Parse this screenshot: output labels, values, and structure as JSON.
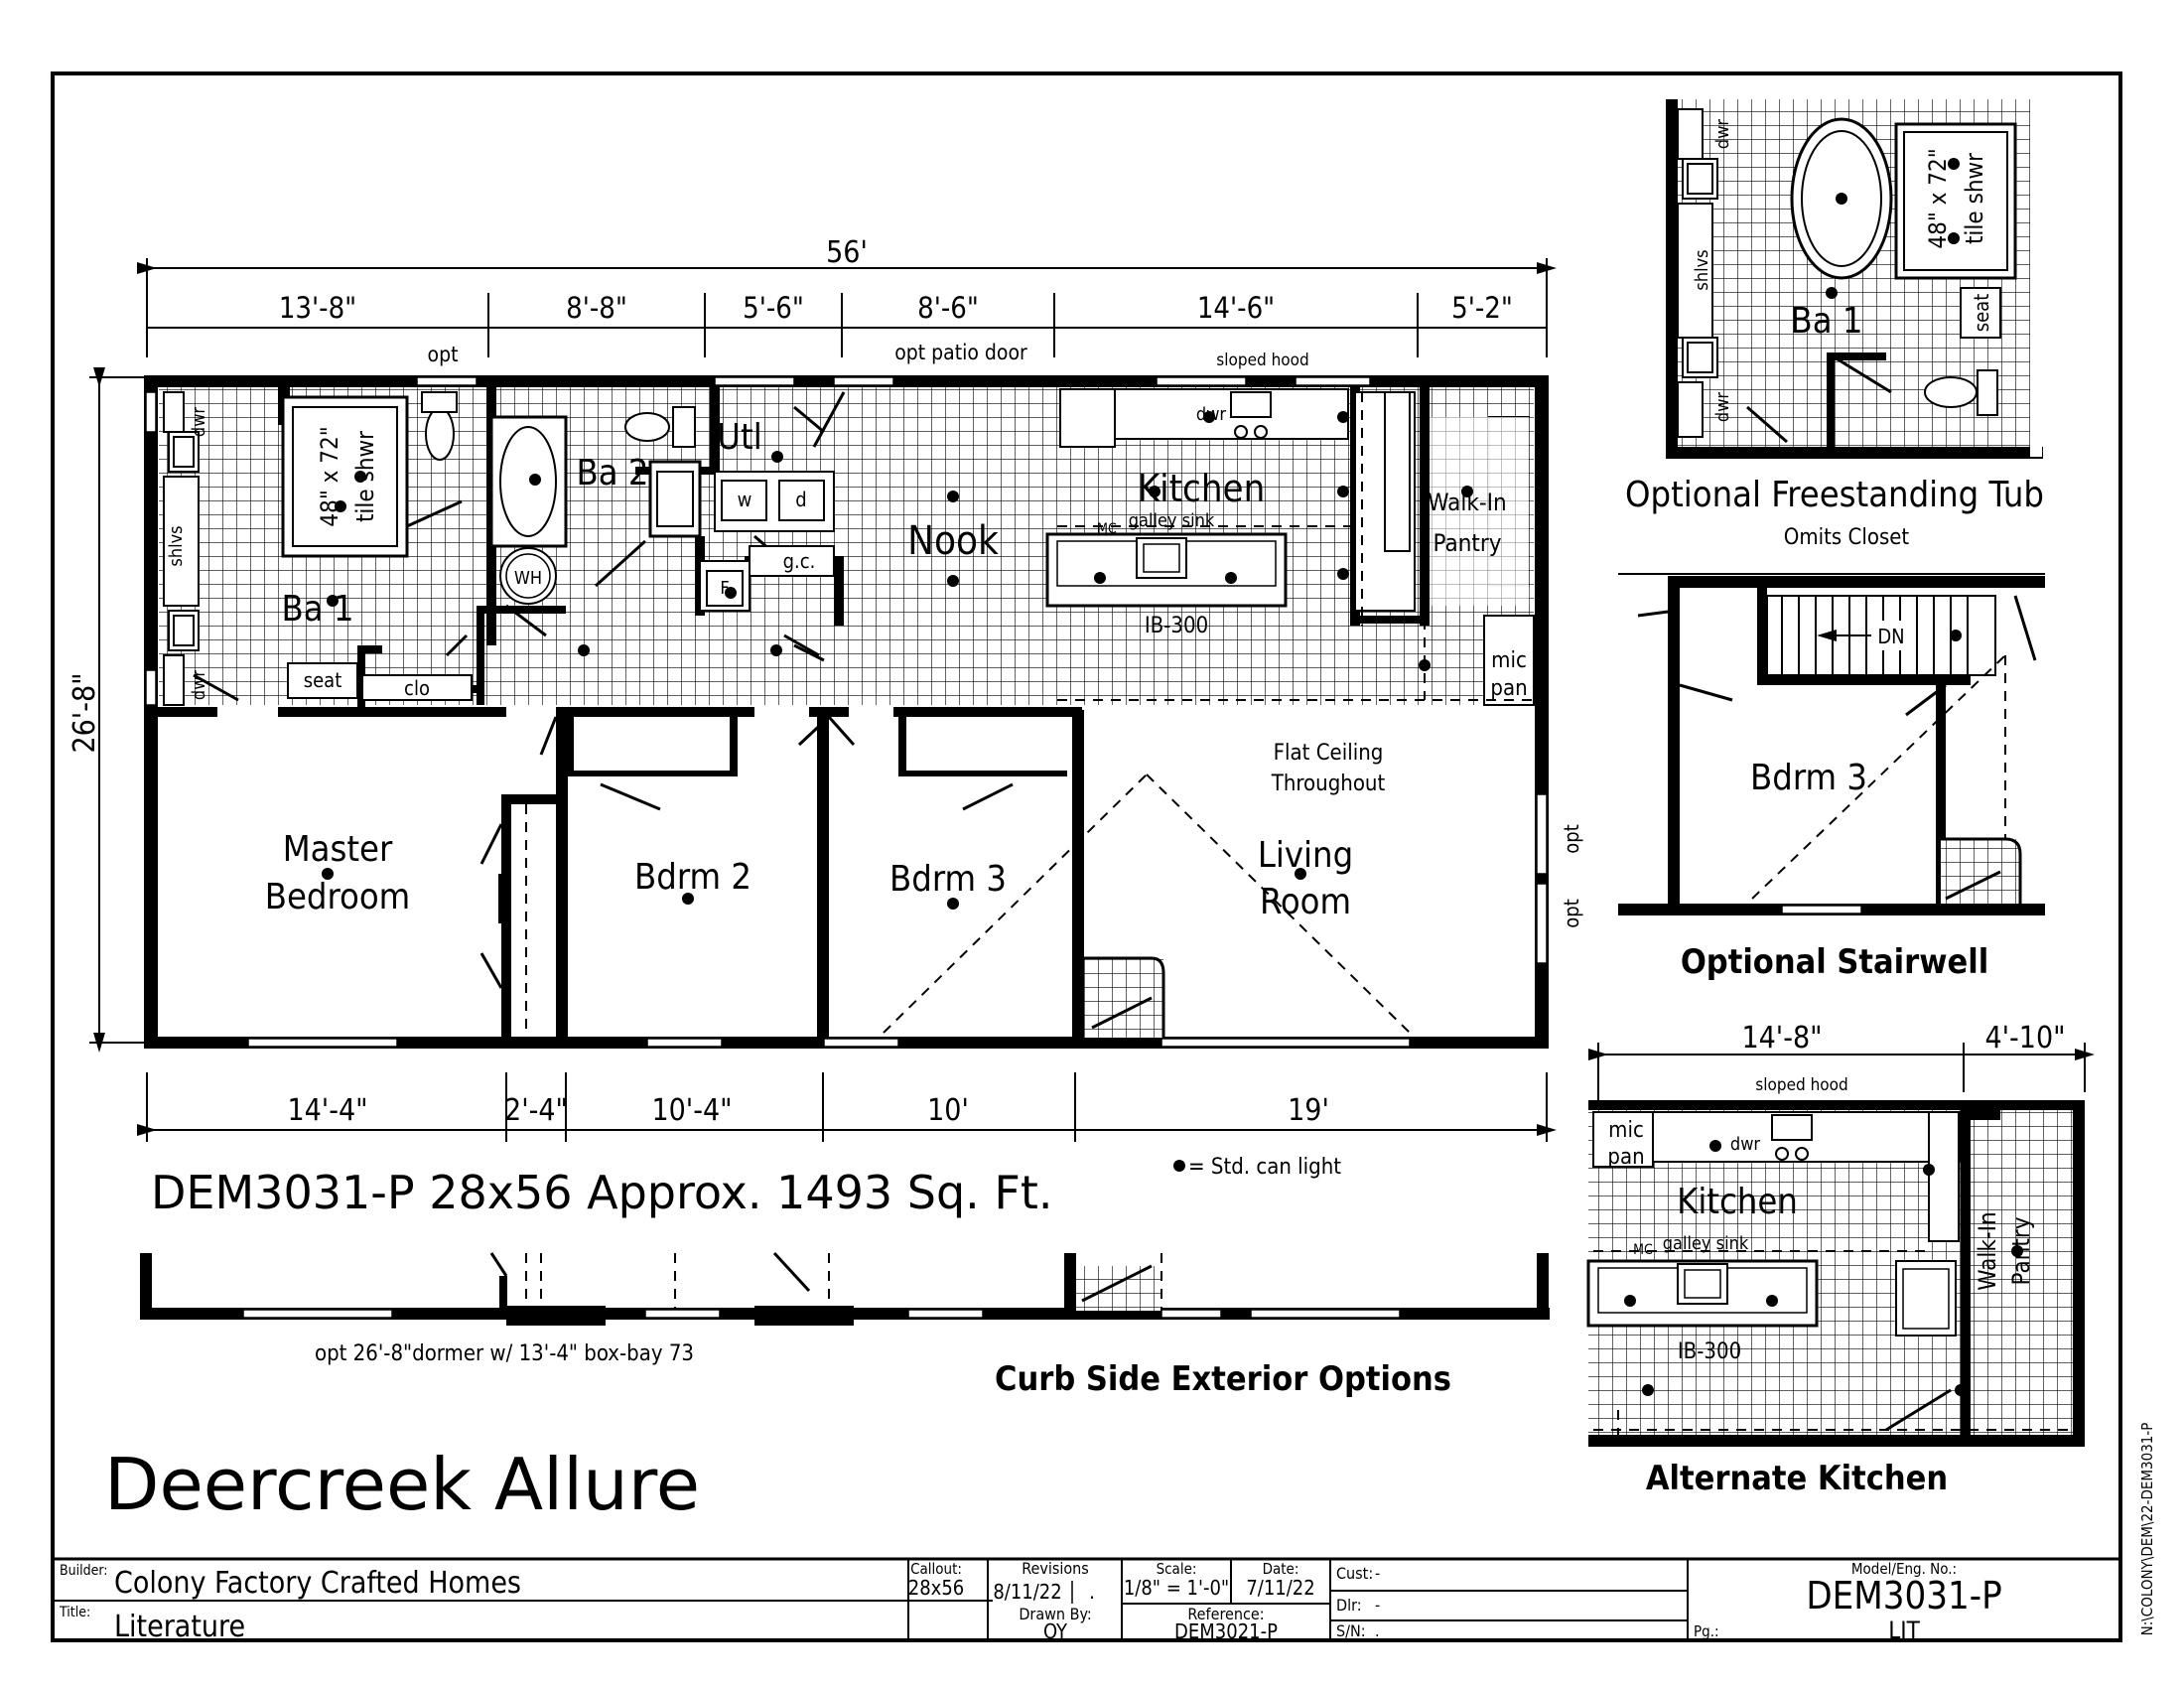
{
  "dimensions": {
    "overall_width": "56'",
    "overall_depth": "26'-8\"",
    "top_segments": [
      "13'-8\"",
      "8'-8\"",
      "5'-6\"",
      "8'-6\"",
      "14'-6\"",
      "5'-2\""
    ],
    "bottom_segments": [
      "14'-4\"",
      "2'-4\"",
      "10'-4\"",
      "10'",
      "19'"
    ],
    "alt_kitchen_segments": [
      "14'-8\"",
      "4'-10\""
    ]
  },
  "rooms": {
    "ba1": "Ba 1",
    "ba2": "Ba 2",
    "utl": "Utl",
    "nook": "Nook",
    "kitchen": "Kitchen",
    "walkin_pantry_1": "Walk-In",
    "walkin_pantry_2": "Pantry",
    "master_1": "Master",
    "master_2": "Bedroom",
    "bdrm2": "Bdrm 2",
    "bdrm3": "Bdrm 3",
    "living_1": "Living",
    "living_2": "Room"
  },
  "fixtures": {
    "dwr": "dwr",
    "shlvs": "shlvs",
    "shower_1": "48\" x 72\"",
    "shower_2": "tile shwr",
    "seat": "seat",
    "clo": "clo",
    "wh": "WH",
    "w": "w",
    "d": "d",
    "gc": "g.c.",
    "f": "F",
    "mc": "MC",
    "galley_sink": "galley sink",
    "ib300": "IB-300",
    "mic_1": "mic",
    "mic_2": "pan",
    "sloped_hood": "sloped hood",
    "opt": "opt",
    "opt_patio": "opt patio door",
    "flat_ceiling_1": "Flat Ceiling",
    "flat_ceiling_2": "Throughout",
    "dn": "DN"
  },
  "legend": {
    "can_light": "= Std. can light"
  },
  "plan_caption": "DEM3031-P 28x56  Approx. 1493 Sq. Ft.",
  "exterior": {
    "dormer_note": "opt 26'-8\"dormer w/ 13'-4\" box-bay 73",
    "title": "Curb Side Exterior Options"
  },
  "insets": {
    "tub_title": "Optional Freestanding Tub",
    "tub_sub": "Omits Closet",
    "stair_title": "Optional Stairwell",
    "alt_kitchen_title": "Alternate Kitchen"
  },
  "model_name": "Deercreek Allure",
  "side_ref": "N:\\COLONY\\DEM\\22-DEM3031-P",
  "title_block": {
    "builder_label": "Builder:",
    "builder": "Colony Factory Crafted Homes",
    "title_label": "Title:",
    "title": "Literature",
    "callout_label": "Callout:",
    "callout": "28x56",
    "revisions_label": "Revisions",
    "revisions": "8/11/22",
    "revisions_dot": ".",
    "drawn_label": "Drawn By:",
    "drawn": "OY",
    "scale_label": "Scale:",
    "scale": "1/8\" = 1'-0\"",
    "date_label": "Date:",
    "date": "7/11/22",
    "reference_label": "Reference:",
    "reference": "DEM3021-P",
    "cust_label": "Cust:",
    "cust": "-",
    "dlr_label": "Dlr:",
    "dlr": "-",
    "sn_label": "S/N:",
    "sn": ".",
    "model_label": "Model/Eng. No.:",
    "model": "DEM3031-P",
    "pg_label": "Pg.:",
    "pg": "LIT"
  }
}
